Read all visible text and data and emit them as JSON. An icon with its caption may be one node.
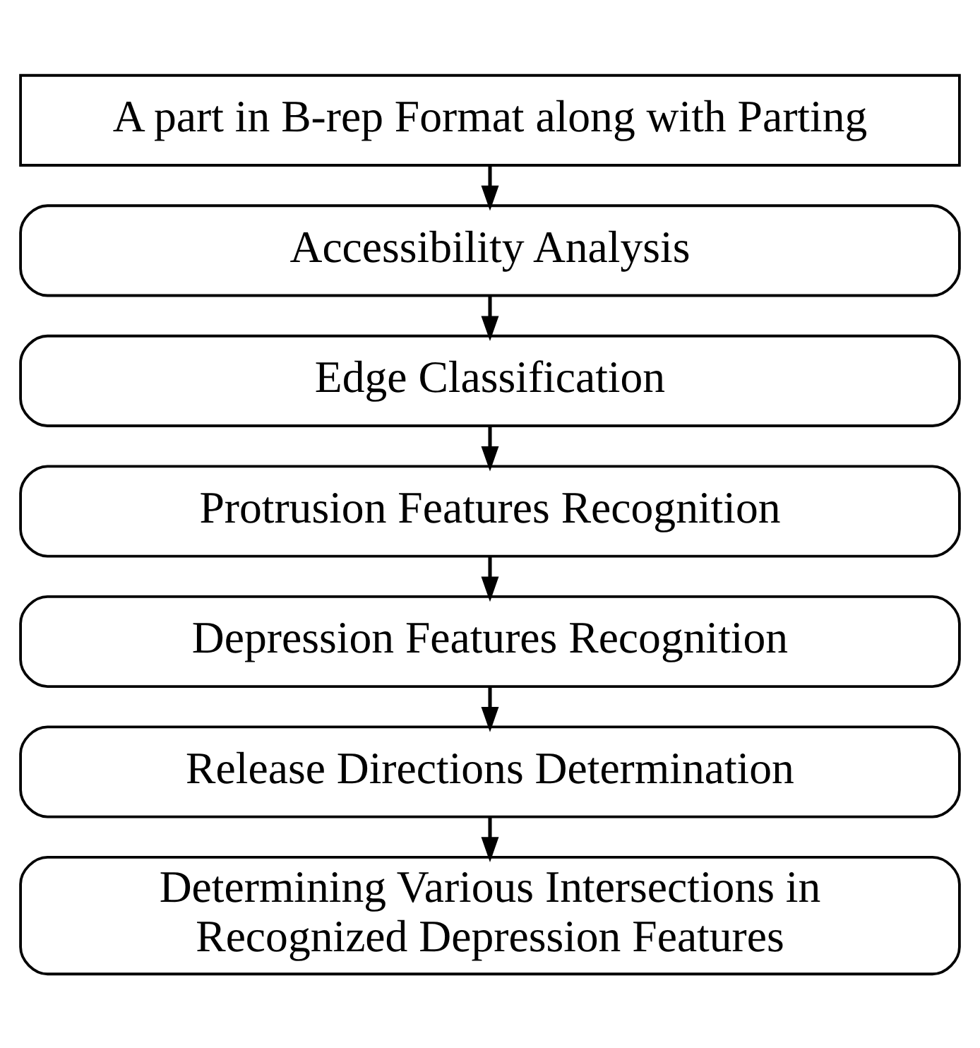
{
  "diagram": {
    "nodes": [
      {
        "text": [
          "A part in B-rep Format along with Parting"
        ]
      },
      {
        "text": [
          "Accessibility Analysis"
        ]
      },
      {
        "text": [
          "Edge Classification"
        ]
      },
      {
        "text": [
          "Protrusion Features Recognition"
        ]
      },
      {
        "text": [
          "Depression Features Recognition"
        ]
      },
      {
        "text": [
          "Release Directions Determination"
        ]
      },
      {
        "text": [
          "Determining Various Intersections in Recognized Depression Features"
        ]
      }
    ],
    "edges": [
      {
        "from": 0,
        "to": 1,
        "arrow": "to"
      },
      {
        "from": 1,
        "to": 2,
        "arrow": "to"
      },
      {
        "from": 2,
        "to": 3,
        "arrow": "to"
      },
      {
        "from": 3,
        "to": 4,
        "arrow": "to"
      },
      {
        "from": 4,
        "to": 5,
        "arrow": "to"
      },
      {
        "from": 5,
        "to": 6,
        "arrow": "to"
      }
    ]
  }
}
